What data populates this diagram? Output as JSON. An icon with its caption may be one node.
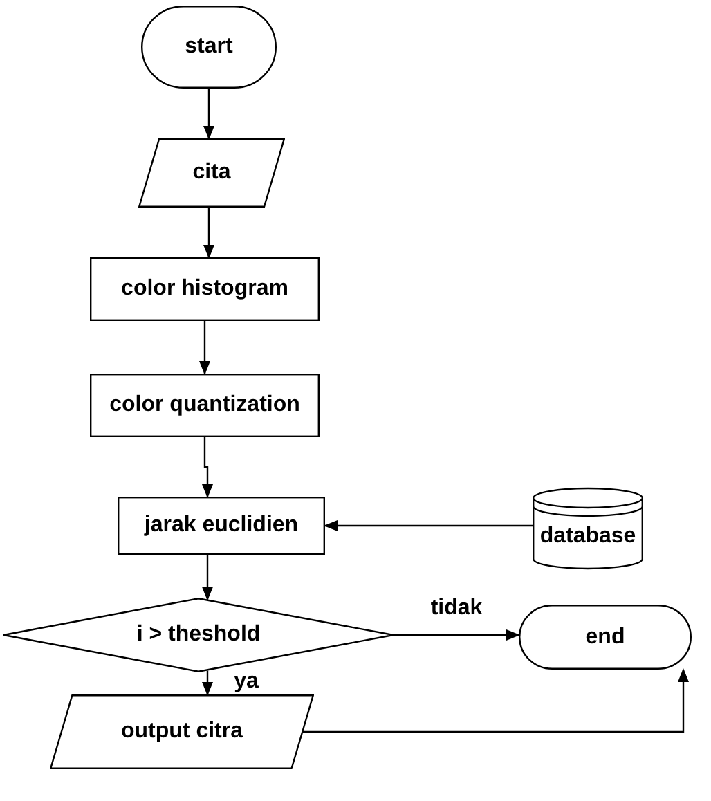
{
  "diagram": {
    "nodes": [
      {
        "text": [
          "start"
        ]
      },
      {
        "text": [
          "cita"
        ]
      },
      {
        "text": [
          "color histogram"
        ]
      },
      {
        "text": [
          "color quantization"
        ]
      },
      {
        "text": [
          "jarak euclidien"
        ]
      },
      {
        "text": [
          "database"
        ]
      },
      {
        "text": [
          "i > theshold"
        ]
      },
      {
        "text": [
          "end"
        ]
      },
      {
        "text": [
          "output citra"
        ]
      }
    ],
    "edges": [
      {
        "from": 0,
        "to": 1,
        "arrow": "to"
      },
      {
        "from": 1,
        "to": 2,
        "arrow": "to"
      },
      {
        "from": 2,
        "to": 3,
        "arrow": "to"
      },
      {
        "from": 3,
        "to": 4,
        "arrow": "to"
      },
      {
        "from": 5,
        "to": 4,
        "arrow": "to"
      },
      {
        "from": 4,
        "to": 6,
        "arrow": "to"
      },
      {
        "from": 6,
        "to": 7,
        "arrow": "to",
        "label": "tidak"
      },
      {
        "from": 6,
        "to": 8,
        "arrow": "to",
        "label": "ya"
      },
      {
        "from": 8,
        "to": 7,
        "arrow": "to"
      }
    ]
  }
}
